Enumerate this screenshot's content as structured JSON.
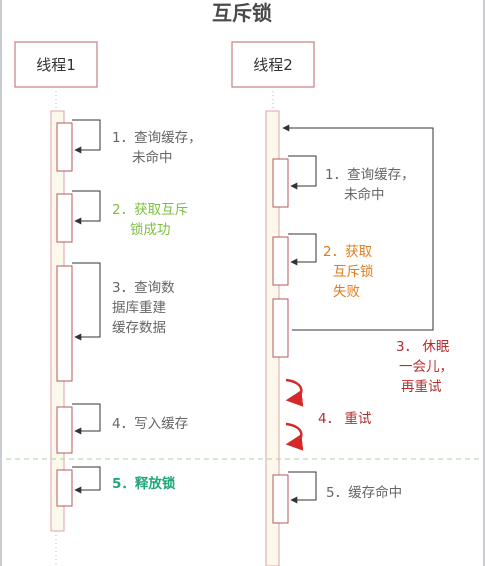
{
  "title": "互斥锁",
  "actors": [
    {
      "label": "线程1"
    },
    {
      "label": "线程2"
    }
  ],
  "colors": {
    "lifeline_fill": "#fdf8ec",
    "lifeline_stroke": "#d9a6a6",
    "actor_stroke": "#c97f7f",
    "arrow": "#7a7a7a",
    "text_gray": "#666666",
    "text_green": "#7cbf3f",
    "text_orange": "#e07b1a",
    "text_red": "#b32f2f",
    "text_teal": "#21a67a",
    "retry_arrow": "#d62828",
    "dashed_line": "#a8d5a0"
  },
  "thread1": {
    "steps": [
      {
        "lines": [
          "1．查询缓存，",
          "未命中"
        ]
      },
      {
        "lines": [
          "2．获取互斥",
          "锁成功"
        ]
      },
      {
        "lines": [
          "3．查询数",
          "据库重建",
          "缓存数据"
        ]
      },
      {
        "lines": [
          "4．写入缓存"
        ]
      },
      {
        "lines": [
          "5．释放锁"
        ]
      }
    ]
  },
  "thread2": {
    "steps": [
      {
        "lines": [
          "1．查询缓存，",
          "未命中"
        ]
      },
      {
        "lines": [
          "2．获取",
          "互斥锁",
          "失败"
        ]
      },
      {
        "lines": [
          "3． 休眠",
          "一会儿，",
          "再重试"
        ]
      },
      {
        "lines": [
          "4． 重试"
        ]
      },
      {
        "lines": [
          "5．缓存命中"
        ]
      }
    ]
  }
}
